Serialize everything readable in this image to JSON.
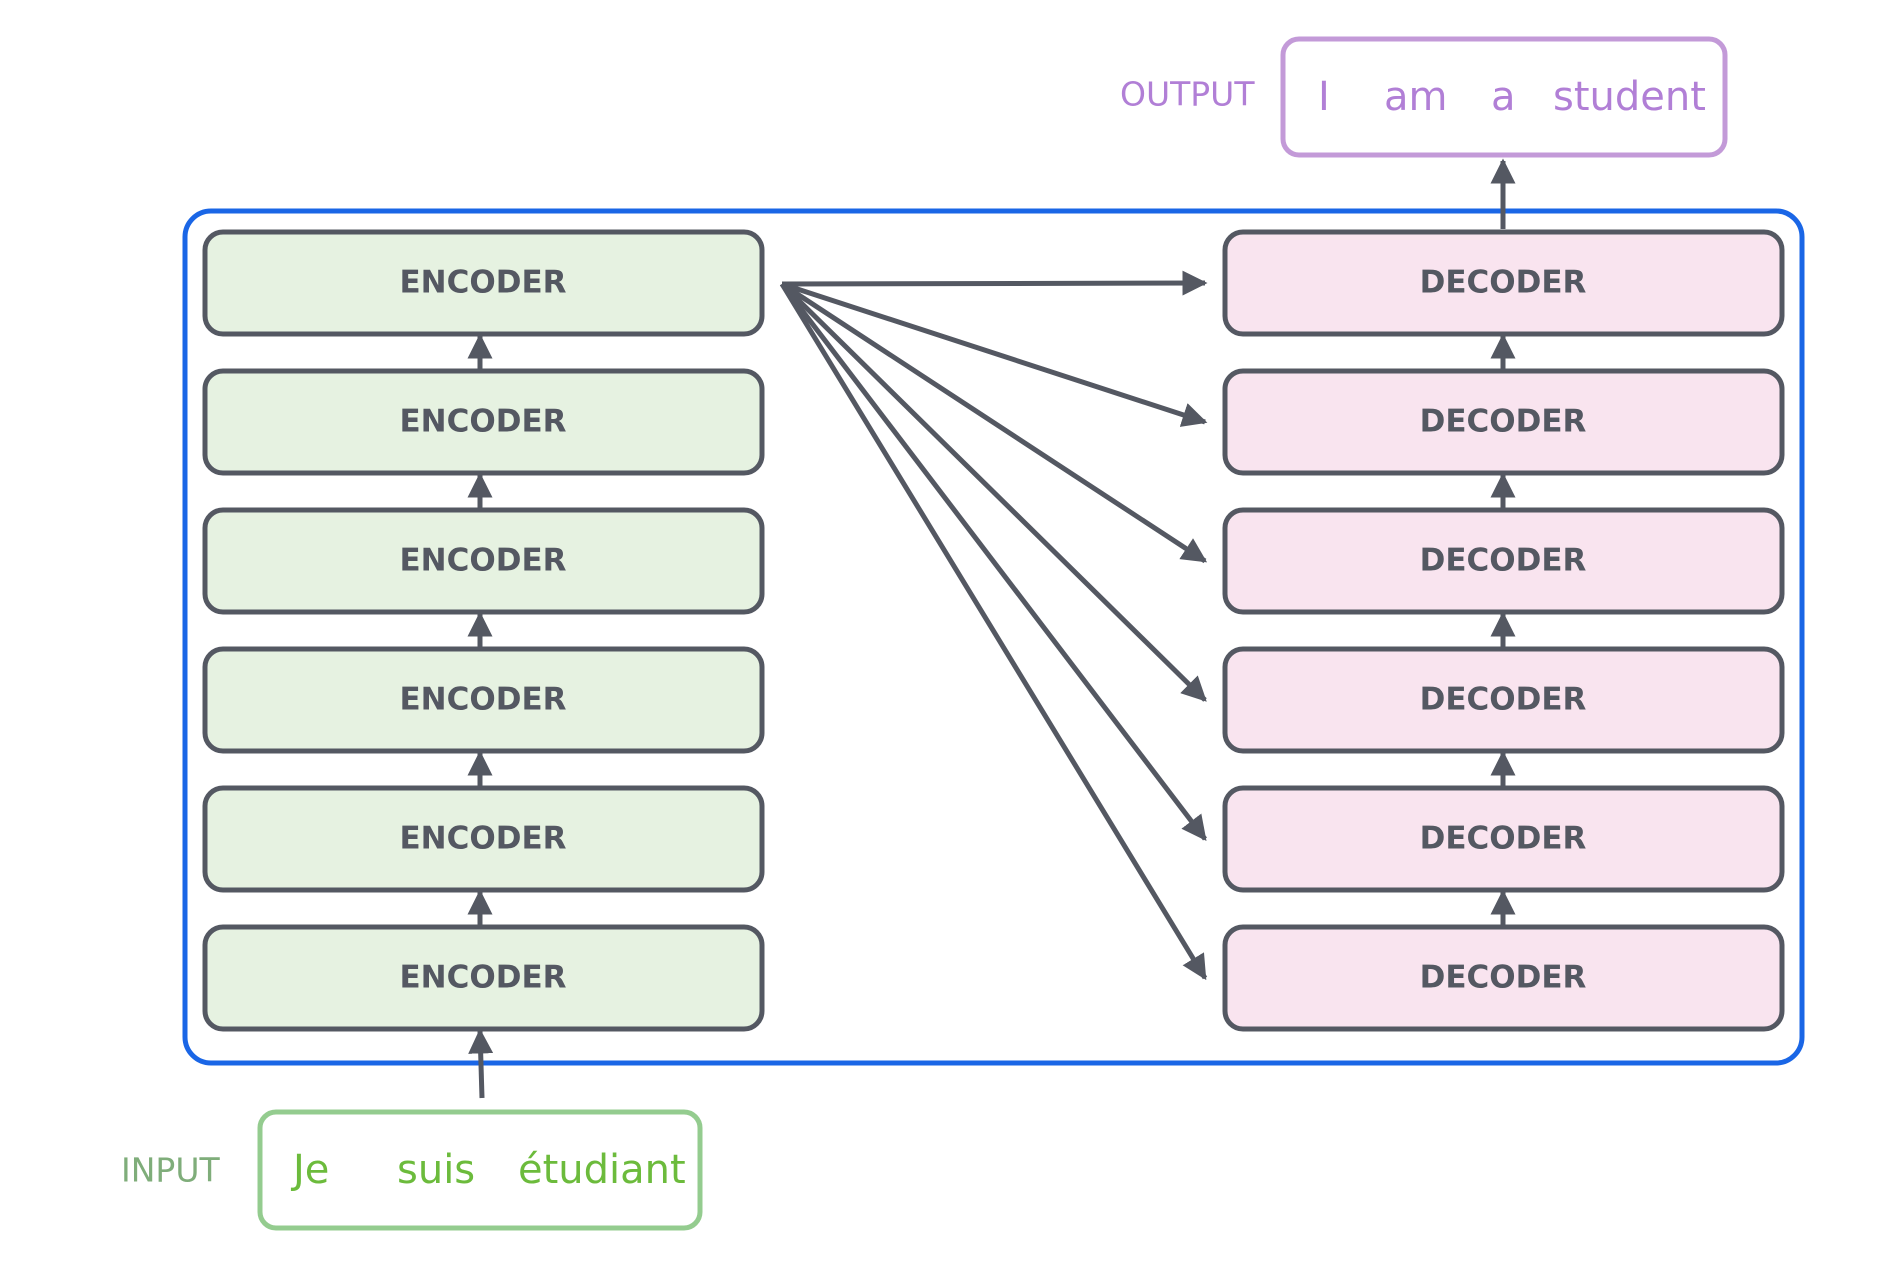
{
  "input": {
    "label": "INPUT",
    "tokens": [
      "Je",
      "suis",
      "étudiant"
    ]
  },
  "output": {
    "label": "OUTPUT",
    "tokens": [
      "I",
      "am",
      "a",
      "student"
    ]
  },
  "encoders": [
    "ENCODER",
    "ENCODER",
    "ENCODER",
    "ENCODER",
    "ENCODER",
    "ENCODER"
  ],
  "decoders": [
    "DECODER",
    "DECODER",
    "DECODER",
    "DECODER",
    "DECODER",
    "DECODER"
  ],
  "colors": {
    "container_border": "#1a66e6",
    "block_border": "#545862",
    "encoder_fill": "#e6f2e1",
    "decoder_fill": "#f9e4ef",
    "arrow": "#545862",
    "input_border": "#94cc8f",
    "input_label": "#7fad7a",
    "input_text": "#6cbb3c",
    "output_border": "#c39ad8",
    "output_text": "#b17fd6"
  }
}
